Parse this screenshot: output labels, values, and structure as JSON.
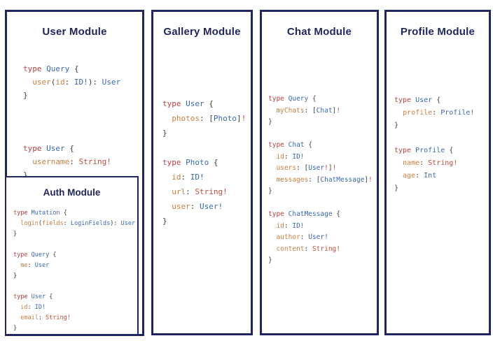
{
  "colors": {
    "navy": "#20265f",
    "keyword": "#bb4146",
    "type": "#3a68ad",
    "field": "#c97d3f",
    "scalar": "#c44c3d",
    "punct": "#3f3f3f",
    "bg": "#ffffff"
  },
  "panels": [
    {
      "title": "User Module",
      "code": [
        [
          [
            "k",
            "type"
          ],
          [
            "p",
            " "
          ],
          [
            "t",
            "Query"
          ],
          [
            "p",
            " {"
          ]
        ],
        [
          [
            "f",
            "  user"
          ],
          [
            "p",
            "("
          ],
          [
            "f",
            "id"
          ],
          [
            "p",
            ": "
          ],
          [
            "t",
            "ID!"
          ],
          [
            "p",
            "): "
          ],
          [
            "t",
            "User"
          ]
        ],
        [
          [
            "p",
            "}"
          ]
        ],
        [],
        [],
        [],
        [
          [
            "k",
            "type"
          ],
          [
            "p",
            " "
          ],
          [
            "t",
            "User"
          ],
          [
            "p",
            " {"
          ]
        ],
        [
          [
            "f",
            "  username"
          ],
          [
            "p",
            ": "
          ],
          [
            "s",
            "String!"
          ]
        ],
        [
          [
            "p",
            "}"
          ]
        ]
      ]
    },
    {
      "title": "Gallery Module",
      "code": [
        [
          [
            "k",
            "type"
          ],
          [
            "p",
            " "
          ],
          [
            "t",
            "User"
          ],
          [
            "p",
            " {"
          ]
        ],
        [
          [
            "f",
            "  photos"
          ],
          [
            "p",
            ": ["
          ],
          [
            "t",
            "Photo"
          ],
          [
            "p",
            "]"
          ],
          [
            "s",
            "!"
          ]
        ],
        [
          [
            "p",
            "}"
          ]
        ],
        [],
        [
          [
            "k",
            "type"
          ],
          [
            "p",
            " "
          ],
          [
            "t",
            "Photo"
          ],
          [
            "p",
            " {"
          ]
        ],
        [
          [
            "f",
            "  id"
          ],
          [
            "p",
            ": "
          ],
          [
            "t",
            "ID!"
          ]
        ],
        [
          [
            "f",
            "  url"
          ],
          [
            "p",
            ": "
          ],
          [
            "s",
            "String!"
          ]
        ],
        [
          [
            "f",
            "  user"
          ],
          [
            "p",
            ": "
          ],
          [
            "t",
            "User!"
          ]
        ],
        [
          [
            "p",
            "}"
          ]
        ]
      ]
    },
    {
      "title": "Chat Module",
      "code": [
        [
          [
            "k",
            "type"
          ],
          [
            "p",
            " "
          ],
          [
            "t",
            "Query"
          ],
          [
            "p",
            " {"
          ]
        ],
        [
          [
            "f",
            "  myChats"
          ],
          [
            "p",
            ": ["
          ],
          [
            "t",
            "Chat"
          ],
          [
            "p",
            "]"
          ],
          [
            "s",
            "!"
          ]
        ],
        [
          [
            "p",
            "}"
          ]
        ],
        [],
        [
          [
            "k",
            "type"
          ],
          [
            "p",
            " "
          ],
          [
            "t",
            "Chat"
          ],
          [
            "p",
            " {"
          ]
        ],
        [
          [
            "f",
            "  id"
          ],
          [
            "p",
            ": "
          ],
          [
            "t",
            "ID!"
          ]
        ],
        [
          [
            "f",
            "  users"
          ],
          [
            "p",
            ": ["
          ],
          [
            "t",
            "User"
          ],
          [
            "s",
            "!"
          ],
          [
            "p",
            "]"
          ],
          [
            "s",
            "!"
          ]
        ],
        [
          [
            "f",
            "  messages"
          ],
          [
            "p",
            ": ["
          ],
          [
            "t",
            "ChatMessage"
          ],
          [
            "p",
            "]"
          ],
          [
            "s",
            "!"
          ]
        ],
        [
          [
            "p",
            "}"
          ]
        ],
        [],
        [
          [
            "k",
            "type"
          ],
          [
            "p",
            " "
          ],
          [
            "t",
            "ChatMessage"
          ],
          [
            "p",
            " {"
          ]
        ],
        [
          [
            "f",
            "  id"
          ],
          [
            "p",
            ": "
          ],
          [
            "t",
            "ID!"
          ]
        ],
        [
          [
            "f",
            "  author"
          ],
          [
            "p",
            ": "
          ],
          [
            "t",
            "User!"
          ]
        ],
        [
          [
            "f",
            "  content"
          ],
          [
            "p",
            ": "
          ],
          [
            "s",
            "String!"
          ]
        ],
        [
          [
            "p",
            "}"
          ]
        ]
      ]
    },
    {
      "title": "Profile Module",
      "code": [
        [
          [
            "k",
            "type"
          ],
          [
            "p",
            " "
          ],
          [
            "t",
            "User"
          ],
          [
            "p",
            " {"
          ]
        ],
        [
          [
            "f",
            "  profile"
          ],
          [
            "p",
            ": "
          ],
          [
            "t",
            "Profile!"
          ]
        ],
        [
          [
            "p",
            "}"
          ]
        ],
        [],
        [
          [
            "k",
            "type"
          ],
          [
            "p",
            " "
          ],
          [
            "t",
            "Profile"
          ],
          [
            "p",
            " {"
          ]
        ],
        [
          [
            "f",
            "  name"
          ],
          [
            "p",
            ": "
          ],
          [
            "s",
            "String!"
          ]
        ],
        [
          [
            "f",
            "  age"
          ],
          [
            "p",
            ": "
          ],
          [
            "t",
            "Int"
          ]
        ],
        [
          [
            "p",
            "}"
          ]
        ]
      ]
    }
  ],
  "auth_panel": {
    "title": "Auth Module",
    "code": [
      [
        [
          "k",
          "type"
        ],
        [
          "p",
          " "
        ],
        [
          "t",
          "Mutation"
        ],
        [
          "p",
          " {"
        ]
      ],
      [
        [
          "f",
          "  login"
        ],
        [
          "p",
          "("
        ],
        [
          "f",
          "fields"
        ],
        [
          "p",
          ": "
        ],
        [
          "t",
          "LoginFields"
        ],
        [
          "p",
          "): "
        ],
        [
          "t",
          "User"
        ]
      ],
      [
        [
          "p",
          "}"
        ]
      ],
      [],
      [
        [
          "k",
          "type"
        ],
        [
          "p",
          " "
        ],
        [
          "t",
          "Query"
        ],
        [
          "p",
          " {"
        ]
      ],
      [
        [
          "f",
          "  me"
        ],
        [
          "p",
          ": "
        ],
        [
          "t",
          "User"
        ]
      ],
      [
        [
          "p",
          "}"
        ]
      ],
      [],
      [
        [
          "k",
          "type"
        ],
        [
          "p",
          " "
        ],
        [
          "t",
          "User"
        ],
        [
          "p",
          " {"
        ]
      ],
      [
        [
          "f",
          "  id"
        ],
        [
          "p",
          ": "
        ],
        [
          "t",
          "ID!"
        ]
      ],
      [
        [
          "f",
          "  email"
        ],
        [
          "p",
          ": "
        ],
        [
          "s",
          "String!"
        ]
      ],
      [
        [
          "p",
          "}"
        ]
      ]
    ]
  }
}
